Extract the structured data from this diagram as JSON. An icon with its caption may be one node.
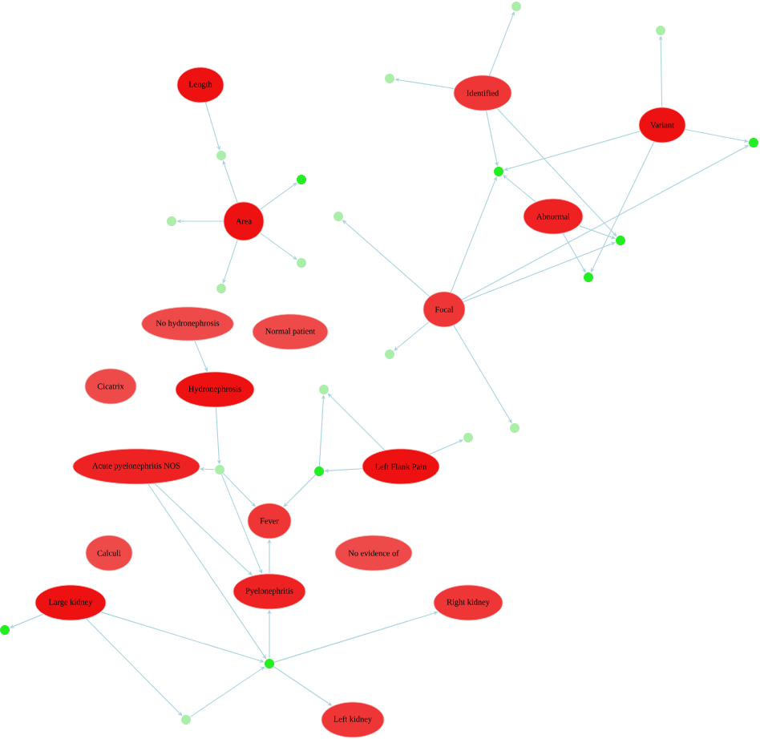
{
  "diagram": {
    "nodes": [
      {
        "text": [],
        "shape": "circle"
      },
      {
        "text": [],
        "shape": "circle"
      },
      {
        "text": [],
        "shape": "circle"
      },
      {
        "text": [
          "Length"
        ]
      },
      {
        "text": [
          "Identified"
        ]
      },
      {
        "text": [
          "Variant"
        ]
      },
      {
        "text": [],
        "shape": "circle"
      },
      {
        "text": [],
        "shape": "circle"
      },
      {
        "text": [],
        "shape": "circle"
      },
      {
        "text": [],
        "shape": "circle"
      },
      {
        "text": [],
        "shape": "circle"
      },
      {
        "text": [
          "Abnormal"
        ]
      },
      {
        "text": [],
        "shape": "circle"
      },
      {
        "text": [
          "Area"
        ]
      },
      {
        "text": [],
        "shape": "circle"
      },
      {
        "text": [],
        "shape": "circle"
      },
      {
        "text": [],
        "shape": "circle"
      },
      {
        "text": [],
        "shape": "circle"
      },
      {
        "text": [
          "Focal"
        ]
      },
      {
        "text": [
          "No hydronephrosis"
        ]
      },
      {
        "text": [
          "Normal patient"
        ]
      },
      {
        "text": [],
        "shape": "circle"
      },
      {
        "text": [
          "Cicatrix"
        ]
      },
      {
        "text": [
          "Hydronephrosis"
        ]
      },
      {
        "text": [],
        "shape": "circle"
      },
      {
        "text": [],
        "shape": "circle"
      },
      {
        "text": [],
        "shape": "circle"
      },
      {
        "text": [
          "Acute pyelonephritis NOS"
        ]
      },
      {
        "text": [],
        "shape": "circle"
      },
      {
        "text": [],
        "shape": "circle"
      },
      {
        "text": [
          "Left Flank Pain"
        ]
      },
      {
        "text": [
          "Fever"
        ]
      },
      {
        "text": [
          "Calculi"
        ]
      },
      {
        "text": [
          "No evidence of"
        ]
      },
      {
        "text": [
          "Pyelonephritis"
        ]
      },
      {
        "text": [
          "Large kidney"
        ]
      },
      {
        "text": [
          "Right kidney"
        ]
      },
      {
        "text": [],
        "shape": "circle"
      },
      {
        "text": [],
        "shape": "circle"
      },
      {
        "text": [
          "Left kidney"
        ]
      },
      {
        "text": [],
        "shape": "circle"
      }
    ],
    "edges": [
      {
        "from": 3,
        "to": 7,
        "arrow": "to"
      },
      {
        "from": 13,
        "to": 7,
        "arrow": "to"
      },
      {
        "from": 13,
        "to": 9,
        "arrow": "to"
      },
      {
        "from": 13,
        "to": 12,
        "arrow": "to"
      },
      {
        "from": 13,
        "to": 15,
        "arrow": "to"
      },
      {
        "from": 13,
        "to": 17,
        "arrow": "to"
      },
      {
        "from": 4,
        "to": 0,
        "arrow": "to"
      },
      {
        "from": 4,
        "to": 2,
        "arrow": "to"
      },
      {
        "from": 4,
        "to": 8,
        "arrow": "to"
      },
      {
        "from": 4,
        "to": 14,
        "arrow": "to"
      },
      {
        "from": 5,
        "to": 1,
        "arrow": "to"
      },
      {
        "from": 5,
        "to": 6,
        "arrow": "to"
      },
      {
        "from": 5,
        "to": 8,
        "arrow": "to"
      },
      {
        "from": 5,
        "to": 16,
        "arrow": "to"
      },
      {
        "from": 11,
        "to": 8,
        "arrow": "to"
      },
      {
        "from": 11,
        "to": 14,
        "arrow": "to"
      },
      {
        "from": 11,
        "to": 16,
        "arrow": "to"
      },
      {
        "from": 18,
        "to": 10,
        "arrow": "to"
      },
      {
        "from": 18,
        "to": 8,
        "arrow": "to"
      },
      {
        "from": 18,
        "to": 6,
        "arrow": "to"
      },
      {
        "from": 18,
        "to": 14,
        "arrow": "to"
      },
      {
        "from": 18,
        "to": 21,
        "arrow": "to"
      },
      {
        "from": 18,
        "to": 25,
        "arrow": "to"
      },
      {
        "from": 19,
        "to": 23,
        "arrow": "to"
      },
      {
        "from": 23,
        "to": 28,
        "arrow": "to"
      },
      {
        "from": 28,
        "to": 27,
        "arrow": "to"
      },
      {
        "from": 28,
        "to": 31,
        "arrow": "to"
      },
      {
        "from": 28,
        "to": 34,
        "arrow": "to"
      },
      {
        "from": 27,
        "to": 34,
        "arrow": "to"
      },
      {
        "from": 27,
        "to": 38,
        "arrow": "to"
      },
      {
        "from": 30,
        "to": 29,
        "arrow": "to"
      },
      {
        "from": 30,
        "to": 24,
        "arrow": "to"
      },
      {
        "from": 30,
        "to": 26,
        "arrow": "to"
      },
      {
        "from": 29,
        "to": 24,
        "arrow": "to"
      },
      {
        "from": 29,
        "to": 31,
        "arrow": "to"
      },
      {
        "from": 34,
        "to": 31,
        "arrow": "to"
      },
      {
        "from": 38,
        "to": 34,
        "arrow": "to"
      },
      {
        "from": 38,
        "to": 36,
        "arrow": "to"
      },
      {
        "from": 38,
        "to": 39,
        "arrow": "to"
      },
      {
        "from": 35,
        "to": 38,
        "arrow": "to"
      },
      {
        "from": 35,
        "to": 37,
        "arrow": "to"
      },
      {
        "from": 35,
        "to": 40,
        "arrow": "to"
      },
      {
        "from": 40,
        "to": 38,
        "arrow": "to"
      }
    ]
  }
}
